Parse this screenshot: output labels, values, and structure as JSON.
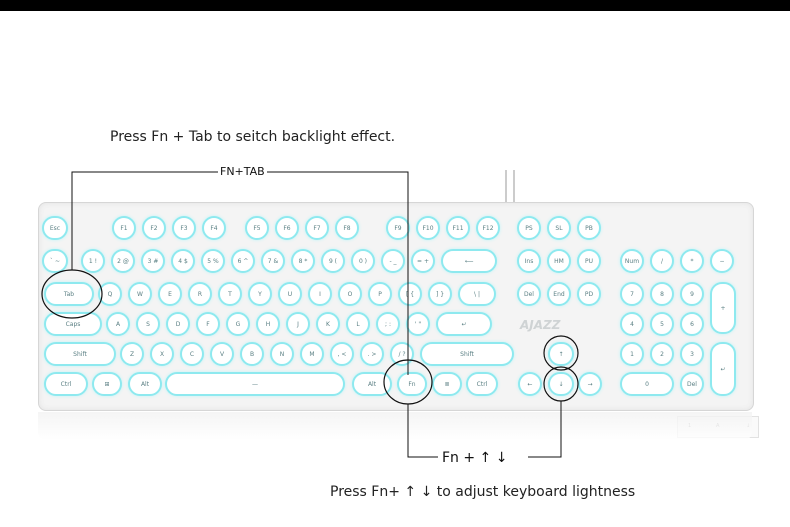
{
  "caption_top": "Press Fn + Tab to seitch backlight effect.",
  "caption_bottom": "Press Fn+ ↑ ↓ to adjust keyboard lightness",
  "label_fn_tab": "FN+TAB",
  "label_fn_arrows": "Fn + ↑ ↓",
  "brand_logo": "AJAZZ",
  "indicator": [
    "1",
    "A",
    "↓"
  ],
  "keys": {
    "row_f": [
      "Esc",
      "F1",
      "F2",
      "F3",
      "F4",
      "F5",
      "F6",
      "F7",
      "F8",
      "F9",
      "F10",
      "F11",
      "F12",
      "PS",
      "SL",
      "PB"
    ],
    "row_num": [
      "` ~",
      "1 !",
      "2 @",
      "3 #",
      "4 $",
      "5 %",
      "6 ^",
      "7 &",
      "8 *",
      "9 (",
      "0 )",
      "- _",
      "= +",
      "⟵",
      "Ins",
      "HM",
      "PU",
      "Num",
      "/",
      "*",
      "−"
    ],
    "row_tab": [
      "Tab",
      "Q",
      "W",
      "E",
      "R",
      "T",
      "Y",
      "U",
      "I",
      "O",
      "P",
      "[ {",
      "] }",
      "\\ |",
      "Del",
      "End",
      "PD",
      "7",
      "8",
      "9",
      "+"
    ],
    "row_caps": [
      "Caps",
      "A",
      "S",
      "D",
      "F",
      "G",
      "H",
      "J",
      "K",
      "L",
      "; :",
      "' \"",
      "↵",
      "4",
      "5",
      "6"
    ],
    "row_shift": [
      "Shift",
      "Z",
      "X",
      "C",
      "V",
      "B",
      "N",
      "M",
      ", <",
      ". >",
      "/ ?",
      "Shift",
      "↑",
      "1",
      "2",
      "3",
      "↵"
    ],
    "row_ctrl": [
      "Ctrl",
      "⊞",
      "Alt",
      "—",
      "Alt",
      "Fn",
      "≣",
      "Ctrl",
      "←",
      "↓",
      "→",
      "0",
      "Del"
    ]
  }
}
